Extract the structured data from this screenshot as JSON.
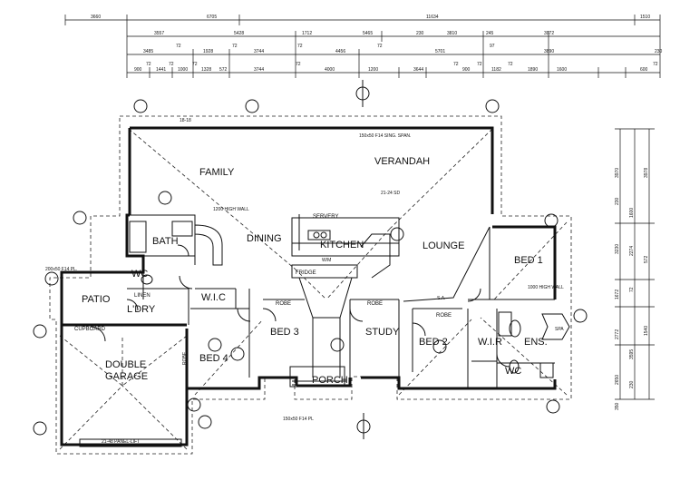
{
  "rooms": {
    "family": "FAMILY",
    "verandah": "VERANDAH",
    "bath": "BATH",
    "dining": "DINING",
    "kitchen": "KITCHEN",
    "lounge": "LOUNGE",
    "bed1": "BED 1",
    "patio": "PATIO",
    "wc1": "WC",
    "linen": "LINEN",
    "ldry": "L'DRY",
    "wic": "W.I.C",
    "robe1": "ROBE",
    "robe2": "ROBE",
    "robe3": "ROBE",
    "robe4": "ROBE",
    "bed3": "BED 3",
    "study": "STUDY",
    "bed2": "BED 2",
    "wir": "W.I.R",
    "ens": "ENS.",
    "wc2": "WC",
    "bed4": "BED 4",
    "double": "DOUBLE",
    "garage": "GARAGE",
    "porch": "PORCH",
    "servery": "SERVERY",
    "cupboard": "CUPBOARD",
    "fridge": "FRIDGE",
    "spa": "SPA",
    "wm": "W/M"
  },
  "notes": {
    "beam_top": "150x50 F14 SING. SPAN.",
    "beam_bottom": "150x50 F14 PL",
    "beam_left": "200x50 F14 PL.",
    "wall_high": "1200 HIGH WALL",
    "wall_high2": "1000 HIGH WALL",
    "panel_lift": "21-48 PANEL-LIFT",
    "window_1848": "18-18",
    "window_2124": "21-24 SD",
    "sa": "S.A."
  },
  "dims_row1": [
    "3660",
    "6705",
    "11634",
    "1510"
  ],
  "dims_row2": [
    "3557",
    "5428",
    "1712",
    "5465",
    "230",
    "3810",
    "245",
    "3972"
  ],
  "dims_row3": [
    "3485",
    "72",
    "1928",
    "72",
    "3744",
    "72",
    "4456",
    "72",
    "5701",
    "97",
    "3890",
    "230"
  ],
  "dims_row4": [
    "900",
    "72",
    "1441",
    "72",
    "1000",
    "72",
    "1328",
    "572",
    "3744",
    "72",
    "4000",
    "1200",
    "3644",
    "72",
    "900",
    "72",
    "1182",
    "72",
    "1890",
    "1600",
    "600",
    "72"
  ],
  "dims_right": [
    "3970",
    "3978",
    "230",
    "1600",
    "3230",
    "2274",
    "572",
    "1672",
    "72",
    "2772",
    "1540",
    "3595",
    "2650",
    "230",
    "350"
  ]
}
